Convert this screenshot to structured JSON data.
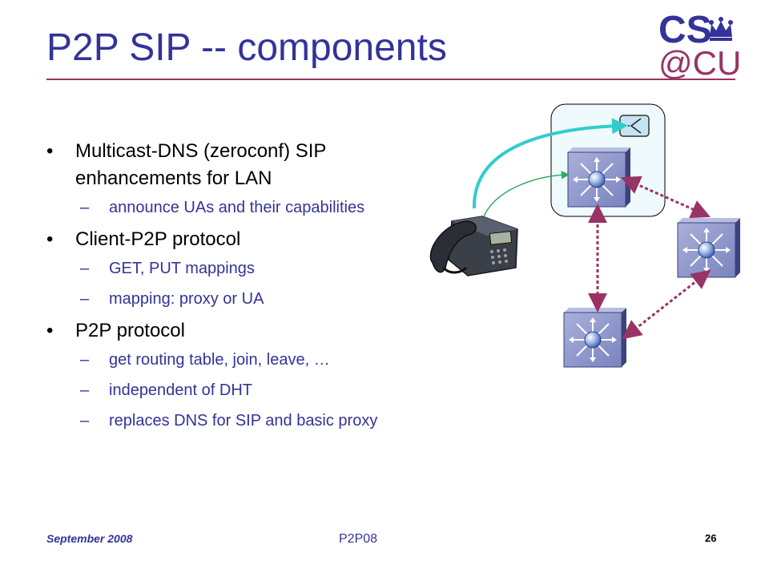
{
  "slide": {
    "title": "P2P SIP -- components",
    "logo": {
      "line1": "CS",
      "line2": "@CU"
    },
    "bullets": [
      {
        "text": "Multicast-DNS (zeroconf) SIP enhancements for LAN",
        "subs": [
          "announce UAs and their capabilities"
        ]
      },
      {
        "text": "Client-P2P protocol",
        "subs": [
          "GET, PUT mappings",
          "mapping: proxy or UA"
        ]
      },
      {
        "text": "P2P protocol",
        "subs": [
          "get routing table, join, leave, …",
          "independent of DHT",
          "replaces DNS for SIP and basic proxy"
        ]
      }
    ],
    "footer": {
      "date": "September 2008",
      "center": "P2P08",
      "page": "26"
    }
  },
  "colors": {
    "title": "#333399",
    "rule": "#993366",
    "link_dotted": "#993366",
    "arrow_teal": "#33CCCC",
    "arrow_green": "#33AA66",
    "router_fill": "#6670AA",
    "lan_fill": "#EEFAFB"
  }
}
